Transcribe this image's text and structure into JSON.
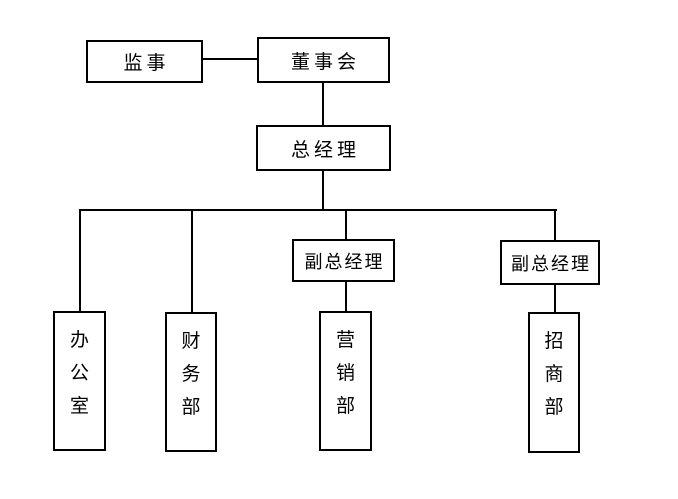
{
  "diagram": {
    "type": "org-chart",
    "background_color": "#ffffff",
    "line_color": "#000000",
    "text_color": "#000000",
    "nodes": {
      "supervisor": {
        "label": "监事"
      },
      "board": {
        "label": "董事会"
      },
      "general_manager": {
        "label": "总经理"
      },
      "deputy_gm_1": {
        "label": "副总经理"
      },
      "deputy_gm_2": {
        "label": "副总经理"
      },
      "office": {
        "label": "办公室"
      },
      "finance": {
        "label": "财务部"
      },
      "marketing": {
        "label": "营销部"
      },
      "investment": {
        "label": "招商部"
      }
    },
    "edges": [
      {
        "from": "supervisor",
        "to": "board"
      },
      {
        "from": "board",
        "to": "general_manager"
      },
      {
        "from": "general_manager",
        "to": "office"
      },
      {
        "from": "general_manager",
        "to": "finance"
      },
      {
        "from": "general_manager",
        "to": "deputy_gm_1"
      },
      {
        "from": "general_manager",
        "to": "deputy_gm_2"
      },
      {
        "from": "deputy_gm_1",
        "to": "marketing"
      },
      {
        "from": "deputy_gm_2",
        "to": "investment"
      }
    ]
  }
}
